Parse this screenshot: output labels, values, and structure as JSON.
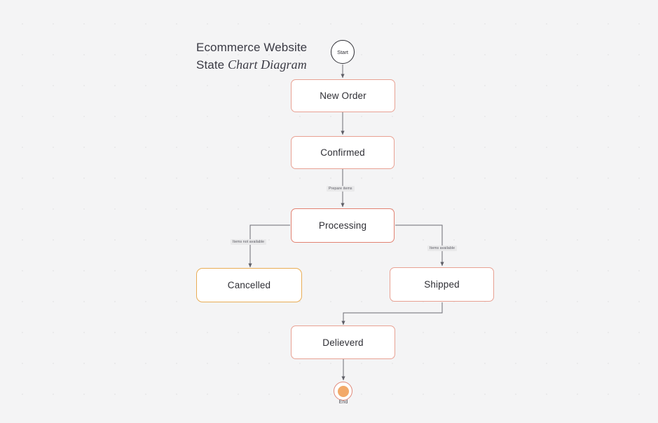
{
  "title": {
    "line1": "Ecommerce Website",
    "line2_plain": "State ",
    "line2_italic": "Chart Diagram"
  },
  "colors": {
    "background": "#f4f4f5",
    "node_border": "#e8a193",
    "node_border_emphasis": "#e28272",
    "cancelled_border": "#e9ad55",
    "end_fill": "#f2a969",
    "start_stroke": "#2f2f35",
    "edge_stroke": "#6b6b73",
    "text": "#2f2f35",
    "title_text": "#3a3a44"
  },
  "terminals": {
    "start_label": "Start",
    "end_label": "End"
  },
  "nodes": [
    {
      "id": "new-order",
      "label": "New Order"
    },
    {
      "id": "confirmed",
      "label": "Confirmed"
    },
    {
      "id": "processing",
      "label": "Processing"
    },
    {
      "id": "cancelled",
      "label": "Cancelled"
    },
    {
      "id": "shipped",
      "label": "Shipped"
    },
    {
      "id": "delivered",
      "label": "Delieverd"
    }
  ],
  "edge_labels": [
    {
      "id": "prepare-items",
      "label": "Prepare items"
    },
    {
      "id": "items-not-available",
      "label": "Items not available"
    },
    {
      "id": "items-available",
      "label": "Items available"
    }
  ]
}
